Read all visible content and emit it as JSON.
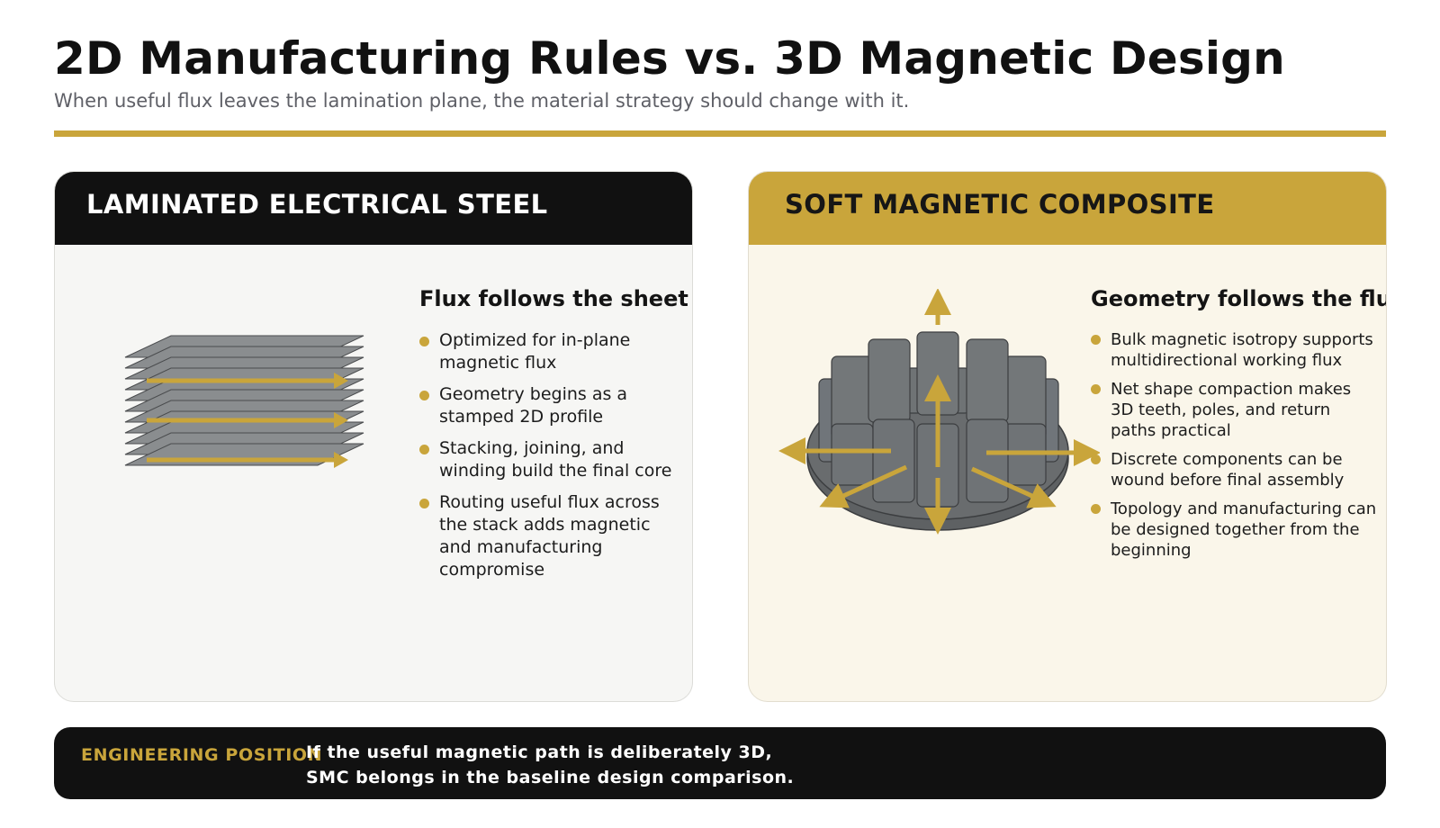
{
  "title": "2D Manufacturing Rules vs. 3D Magnetic Design",
  "subtitle": "When useful flux leaves the lamination plane, the material strategy should change with it.",
  "colors": {
    "accent": "#c9a53b",
    "dark": "#111111",
    "steel": "#8a8d8f",
    "smc": "#6d7173"
  },
  "left_panel": {
    "title": "LAMINATED ELECTRICAL STEEL",
    "heading": "Flux follows the sheet",
    "illustration_icon": "stacked-laminations-icon",
    "bullets": [
      "Optimized for in-plane magnetic flux",
      "Geometry begins as a stamped 2D profile",
      "Stacking, joining, and winding build the final core",
      "Routing useful flux across the stack adds magnetic and manufacturing compromise"
    ]
  },
  "right_panel": {
    "title": "SOFT MAGNETIC COMPOSITE",
    "heading": "Geometry follows the flux",
    "illustration_icon": "smc-core-3d-flux-icon",
    "bullets": [
      "Bulk magnetic isotropy supports multidirectional working flux",
      "Net shape compaction makes 3D teeth, poles, and return paths practical",
      "Discrete components can be wound before final assembly",
      "Topology and manufacturing can be designed together from the beginning"
    ]
  },
  "footer": {
    "label": "ENGINEERING POSITION",
    "line1": "If the useful magnetic path is deliberately 3D,",
    "line2": "SMC belongs in the baseline design comparison."
  }
}
